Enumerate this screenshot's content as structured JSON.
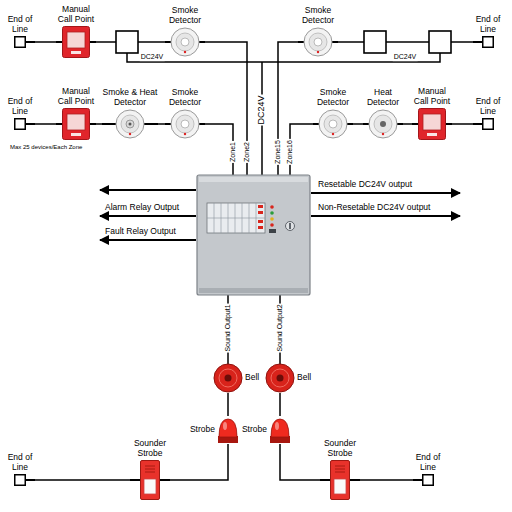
{
  "diagram": {
    "nodes": [
      {
        "text": [
          "End of Line"
        ]
      },
      {
        "text": [
          "Manual Call Point"
        ]
      },
      {
        "text": [
          "Smoke Detector"
        ]
      },
      {
        "text": [
          "Smoke Detector"
        ]
      },
      {
        "text": [
          "End of Line"
        ]
      },
      {
        "text": [
          "End of Line"
        ]
      },
      {
        "text": [
          "Manual Call Point"
        ]
      },
      {
        "text": [
          "Smoke & Heat Detector"
        ]
      },
      {
        "text": [
          "Smoke Detector"
        ]
      },
      {
        "text": [
          "Smoke Detector"
        ]
      },
      {
        "text": [
          "Heat Detector"
        ]
      },
      {
        "text": [
          "Manual Call Point"
        ]
      },
      {
        "text": [
          "End of Line"
        ]
      },
      {
        "text": [
          "Bell"
        ]
      },
      {
        "text": [
          "Bell"
        ]
      },
      {
        "text": [
          "Strobe"
        ]
      },
      {
        "text": [
          "Strobe"
        ]
      },
      {
        "text": [
          "End of Line"
        ]
      },
      {
        "text": [
          "Sounder Strobe"
        ]
      },
      {
        "text": [
          "Sounder Strobe"
        ]
      },
      {
        "text": [
          "End of Line"
        ]
      }
    ],
    "edges": [
      {
        "from": 0,
        "to": 1,
        "arrow": "none"
      },
      {
        "from": 1,
        "to": 2,
        "arrow": "none"
      },
      {
        "from": 3,
        "to": 4,
        "arrow": "none"
      },
      {
        "from": 5,
        "to": 6,
        "arrow": "none"
      },
      {
        "from": 6,
        "to": 7,
        "arrow": "none"
      },
      {
        "from": 7,
        "to": 8,
        "arrow": "none"
      },
      {
        "from": 9,
        "to": 10,
        "arrow": "none"
      },
      {
        "from": 10,
        "to": 11,
        "arrow": "none"
      },
      {
        "from": 11,
        "to": 12,
        "arrow": "none"
      },
      {
        "from": 13,
        "to": 15,
        "arrow": "none"
      },
      {
        "from": 14,
        "to": 16,
        "arrow": "none"
      },
      {
        "from": 15,
        "to": 18,
        "arrow": "none"
      },
      {
        "from": 18,
        "to": 17,
        "arrow": "none"
      },
      {
        "from": 16,
        "to": 19,
        "arrow": "none"
      },
      {
        "from": 19,
        "to": 20,
        "arrow": "none"
      }
    ],
    "labels": [
      "DC24V",
      "DC24V",
      "Max 25 devices/Each Zone",
      "DC24V",
      "Zone1",
      "Zone2",
      "Zone15",
      "Zone16",
      "Alarm Relay Output",
      "Fault Relay Output",
      "Resetable DC24V output",
      "Non-Resetable DC24V output",
      "Sound Output1",
      "Sound Output2"
    ]
  }
}
